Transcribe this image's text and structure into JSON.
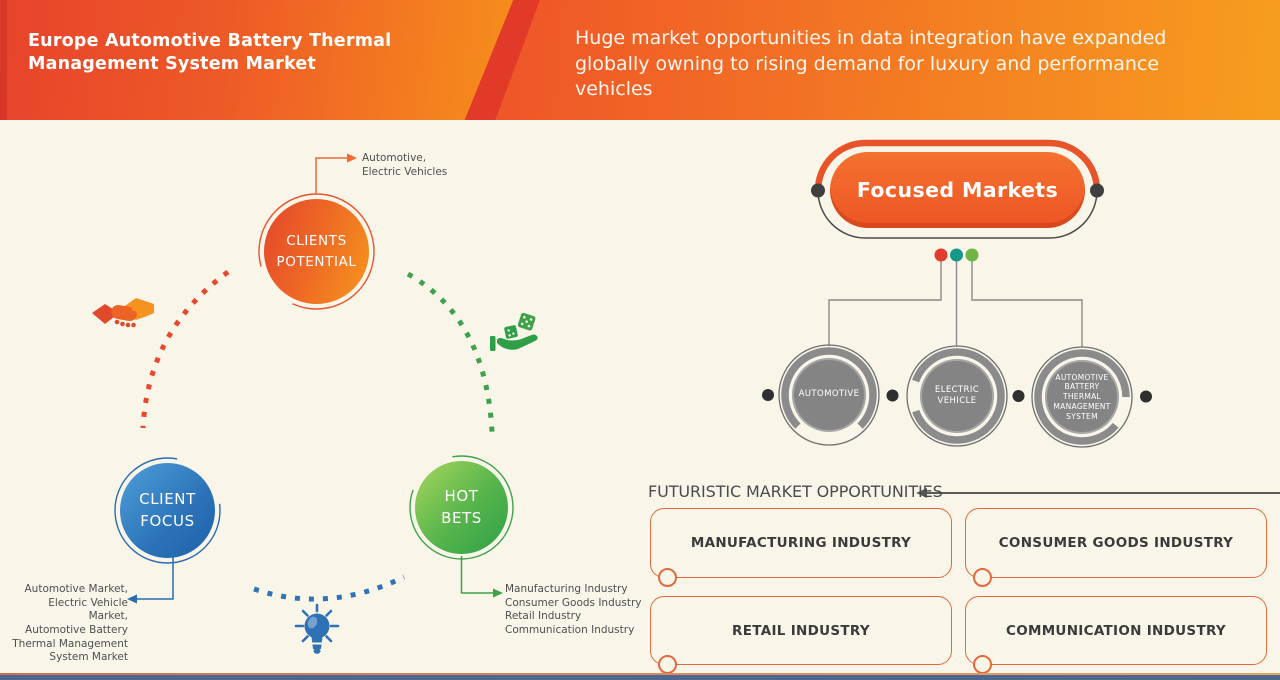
{
  "header": {
    "title": "Europe Automotive Battery Thermal\nManagement System Market",
    "subtitle": "Huge market opportunities in data integration have expanded globally owning to rising demand for luxury and performance vehicles"
  },
  "strategy_map": {
    "clients_potential": {
      "label": "CLIENTS\nPOTENTIAL",
      "annotation": "Automotive,\nElectric Vehicles"
    },
    "client_focus": {
      "label": "CLIENT\nFOCUS",
      "annotation": "Automotive Market,\nElectric Vehicle Market,\nAutomotive Battery\nThermal Management\nSystem Market"
    },
    "hot_bets": {
      "label": "HOT\nBETS",
      "annotation": "Manufacturing Industry\nConsumer Goods Industry\nRetail Industry\nCommunication Industry"
    },
    "icons": [
      "handshake-icon",
      "dice-hand-icon",
      "lightbulb-icon"
    ]
  },
  "focused_markets": {
    "title": "Focused Markets",
    "nodes": [
      {
        "label": "AUTOMOTIVE"
      },
      {
        "label": "ELECTRIC\nVEHICLE"
      },
      {
        "label": "AUTOMOTIVE\nBATTERY\nTHERMAL\nMANAGEMENT\nSYSTEM"
      }
    ],
    "legend_dot_colors": [
      "#e23c2c",
      "#14988a",
      "#6db544"
    ]
  },
  "futuristic": {
    "heading": "FUTURISTIC MARKET OPPORTUNITIES",
    "items": [
      {
        "label": "MANUFACTURING INDUSTRY"
      },
      {
        "label": "CONSUMER GOODS INDUSTRY"
      },
      {
        "label": "RETAIL INDUSTRY"
      },
      {
        "label": "COMMUNICATION INDUSTRY"
      }
    ]
  },
  "colors": {
    "header_gradient_start": "#e7432b",
    "header_gradient_end": "#f79e1e",
    "accent_orange": "#ee5425",
    "accent_red": "#e23c2c",
    "accent_teal": "#14988a",
    "accent_green": "#3fa24b",
    "accent_blue": "#2f72b5",
    "node_gray": "#848484",
    "background_cream": "#f9f5e9",
    "footer_navy": "#4d6890"
  }
}
